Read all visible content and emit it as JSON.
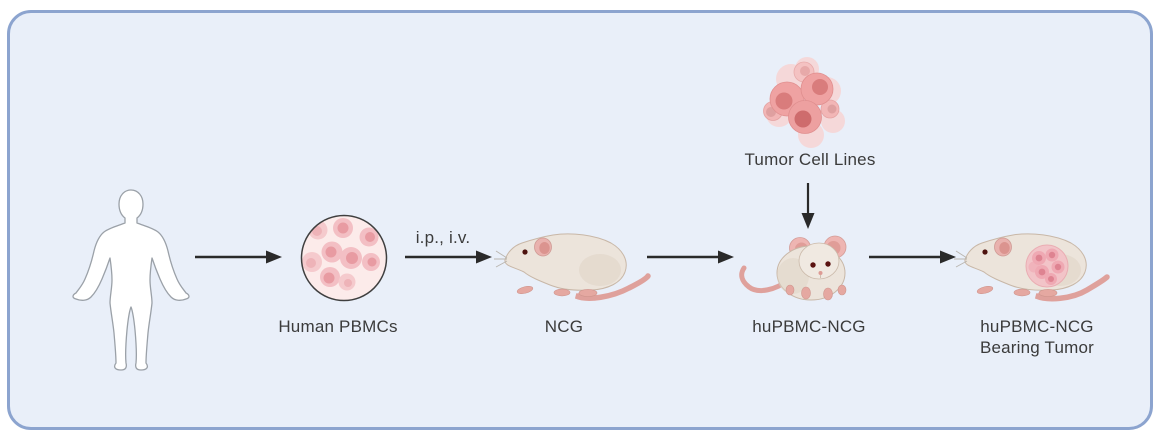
{
  "colors": {
    "page_background": "#ffffff",
    "panel_background": "#e9eff9",
    "panel_border": "#8ca4cf",
    "arrow": "#2a2a2a",
    "text": "#3b3b3b",
    "mouse_body": "#ece4db",
    "mouse_pink": "#e9b2ae",
    "tail_pink": "#dfa19c",
    "cell_background": "#fcebea",
    "cell_pink": "#f3bfc4",
    "cell_nucleus": "#e89ba2",
    "tumor_cell": "#efa2a2",
    "tumor_nucleus": "#d97c7c"
  },
  "diagram": {
    "nodes": [
      {
        "id": "human-donor",
        "label": ""
      },
      {
        "id": "human-pbmcs",
        "label": "Human PBMCs"
      },
      {
        "id": "ncg-mouse",
        "label": "NCG"
      },
      {
        "id": "hupbmc-ncg-mouse",
        "label": "huPBMC-NCG"
      },
      {
        "id": "tumor-bearing-mouse",
        "label": "huPBMC-NCG Bearing Tumor",
        "label_line1": "huPBMC-NCG",
        "label_line2": "Bearing Tumor"
      }
    ],
    "tumor_source": {
      "id": "tumor-cell-lines",
      "label": "Tumor Cell Lines"
    },
    "edges": [
      {
        "from": "human-donor",
        "to": "human-pbmcs",
        "label": ""
      },
      {
        "from": "human-pbmcs",
        "to": "ncg-mouse",
        "label": "i.p., i.v."
      },
      {
        "from": "ncg-mouse",
        "to": "hupbmc-ncg-mouse",
        "label": ""
      },
      {
        "from": "tumor-cell-lines",
        "to": "hupbmc-ncg-mouse",
        "label": ""
      },
      {
        "from": "hupbmc-ncg-mouse",
        "to": "tumor-bearing-mouse",
        "label": ""
      }
    ]
  }
}
